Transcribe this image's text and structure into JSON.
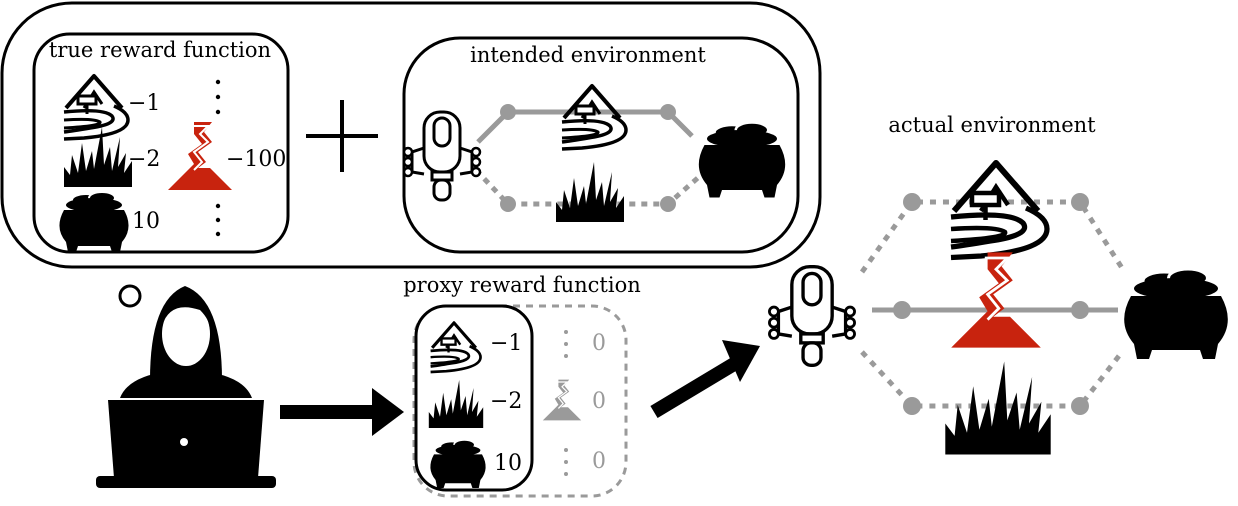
{
  "labels": {
    "true_reward": "true reward function",
    "intended_env": "intended environment",
    "proxy_reward": "proxy reward function",
    "actual_env": "actual environment"
  },
  "true_reward": {
    "trail": "−1",
    "grass": "−2",
    "lava": "−100",
    "pot": "10"
  },
  "proxy_reward": {
    "trail": "−1",
    "grass": "−2",
    "pot": "10",
    "hidden_1": "0",
    "hidden_2": "0",
    "hidden_3": "0"
  },
  "icons": [
    "trail-icon",
    "grass-icon",
    "lava-icon",
    "pot-of-gold-icon",
    "robot-icon",
    "person-at-laptop-icon",
    "thought-bubble-icon",
    "plus-icon",
    "arrow-icon"
  ],
  "colors": {
    "lava": "#c8230e",
    "path_gray": "#9a9a9a",
    "hidden": "#9a9a9a"
  }
}
